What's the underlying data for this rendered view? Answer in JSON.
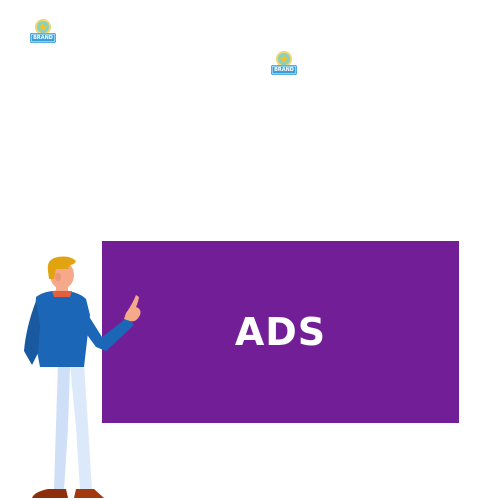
{
  "brand_logos": [
    {
      "text": "BRAND",
      "icon": "star-badge-icon"
    },
    {
      "text": "BRAND",
      "icon": "star-badge-icon"
    }
  ],
  "ad_board": {
    "text": "ADS",
    "color": "#721f97"
  },
  "presenter": {
    "icon": "pointing-man-illustration",
    "shirt_color": "#1c66b8",
    "pants_color": "#dce9fb",
    "hair_color": "#e2a310",
    "shoe_color": "#a3380f"
  }
}
